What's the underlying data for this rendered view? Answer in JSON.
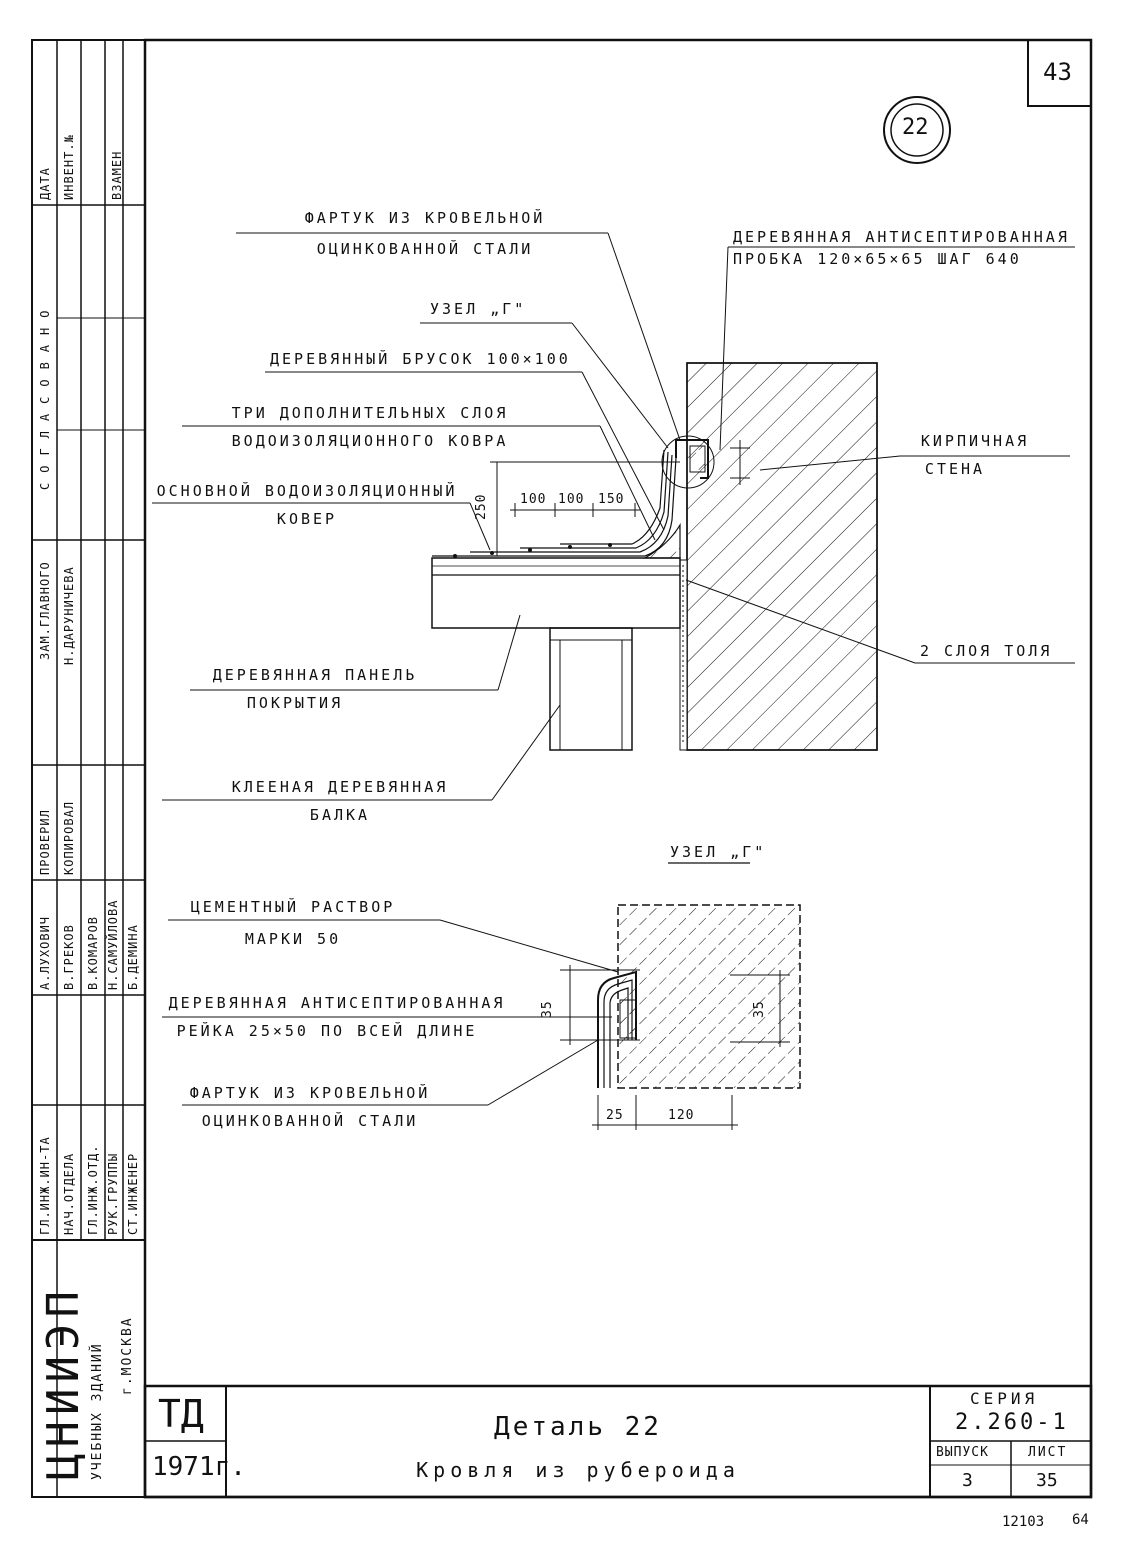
{
  "sheet": {
    "number": "43",
    "detail_circle": "22",
    "footer_code_a": "12103",
    "footer_code_b": "64"
  },
  "sidebar": {
    "data_label": "ДАТА",
    "invent_label": "ИНВЕНТ.№",
    "vzamen_label": "ВЗАМЕН",
    "soglasovano_label": "СОГЛАСОВАНО",
    "zam_label": "ЗАМ.ГЛАВНОГО",
    "zam_name": "Н.ДАРУНИЧЕВА",
    "proveril_label": "ПРОВЕРИЛ",
    "kopiroval_label": "КОПИРОВАЛ",
    "rows": [
      {
        "role": "ГЛ.ИНЖ.ИН-ТА",
        "name": "А.ЛУХОВИЧ"
      },
      {
        "role": "НАЧ.ОТДЕЛА",
        "name": "В.ГРЕКОВ"
      },
      {
        "role": "ГЛ.ИНЖ.ОТД.",
        "name": "В.КОМАРОВ"
      },
      {
        "role": "РУК.ГРУППЫ",
        "name": "Н.САМУЙЛОВА"
      },
      {
        "role": "СТ.ИНЖЕНЕР",
        "name": "Б.ДЕМИНА"
      }
    ],
    "org_abbr": "ЦНИИЭП",
    "org_line2": "УЧЕБНЫХ ЗДАНИЙ",
    "org_city": "г.МОСКВА"
  },
  "labels": {
    "fartuk_top": [
      "ФАРТУК ИЗ КРОВЕЛЬНОЙ",
      "ОЦИНКОВАННОЙ СТАЛИ"
    ],
    "probka": [
      "ДЕРЕВЯННАЯ АНТИСЕПТИРОВАННАЯ",
      "ПРОБКА 120×65×65 ШАГ 640"
    ],
    "uzel": "УЗЕЛ „Г\"",
    "brusok": "ДЕРЕВЯННЫЙ БРУСОК 100×100",
    "tri_sloya": [
      "ТРИ ДОПОЛНИТЕЛЬНЫХ СЛОЯ",
      "ВОДОИЗОЛЯЦИОННОГО КОВРА"
    ],
    "kirpich": [
      "КИРПИЧНАЯ",
      "СТЕНА"
    ],
    "osnovnoy": [
      "ОСНОВНОЙ ВОДОИЗОЛЯЦИОННЫЙ",
      "КОВЕР"
    ],
    "tol": "2 СЛОЯ ТОЛЯ",
    "panel": [
      "ДЕРЕВЯННАЯ ПАНЕЛЬ",
      "ПОКРЫТИЯ"
    ],
    "balka": [
      "КЛЕЕНАЯ ДЕРЕВЯННАЯ",
      "БАЛКА"
    ],
    "uzel_title": "УЗЕЛ „Г\"",
    "cement": [
      "ЦЕМЕНТНЫЙ РАСТВОР",
      "МАРКИ 50"
    ],
    "reyka": [
      "ДЕРЕВЯННАЯ АНТИСЕПТИРОВАННАЯ",
      "РЕЙКА 25×50 ПО ВСЕЙ ДЛИНЕ"
    ],
    "fartuk_bottom": [
      "ФАРТУК ИЗ КРОВЕЛЬНОЙ",
      "ОЦИНКОВАННОЙ СТАЛИ"
    ]
  },
  "dims": {
    "h250": "250",
    "d100a": "100",
    "d100b": "100",
    "d150": "150",
    "d35a": "35",
    "d35b": "35",
    "d25": "25",
    "d120": "120"
  },
  "title_block": {
    "td": "ТД",
    "year": "1971г.",
    "title": "Деталь 22",
    "subtitle": "Кровля из рубероида",
    "seriya_label": "СЕРИЯ",
    "seriya_value": "2.260-1",
    "vypusk_label": "ВЫПУСК",
    "vypusk_value": "3",
    "list_label": "ЛИСТ",
    "list_value": "35"
  },
  "colors": {
    "ink": "#111111",
    "paper": "#ffffff"
  }
}
